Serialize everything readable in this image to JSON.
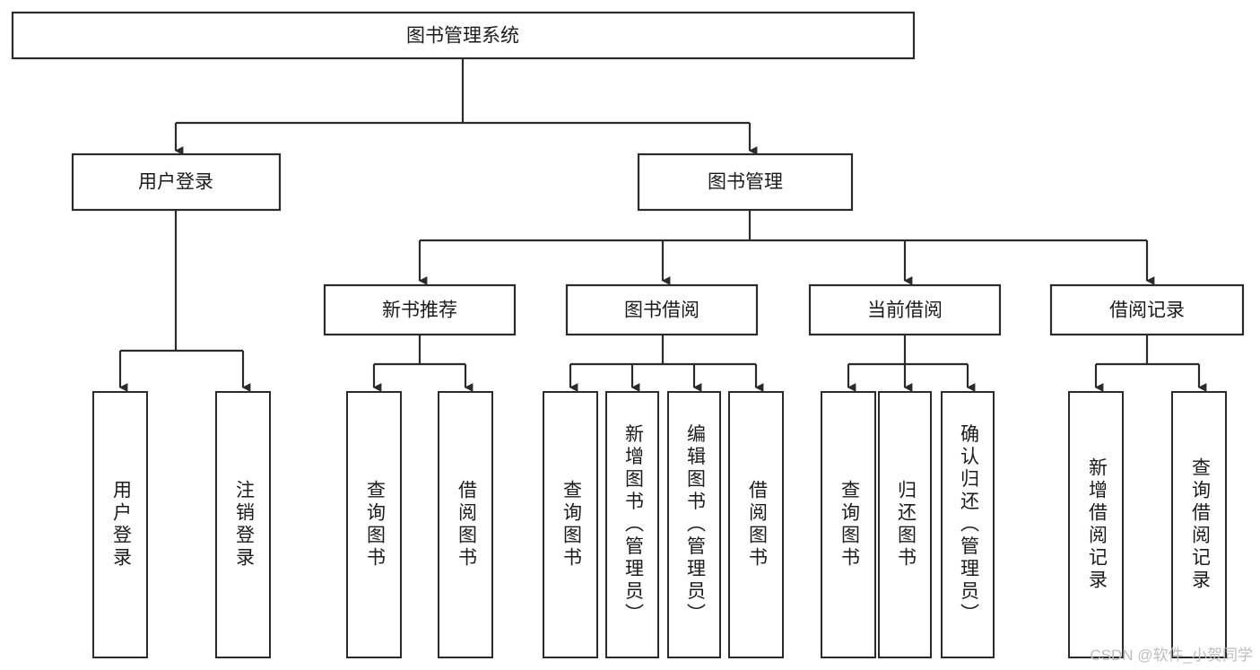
{
  "diagram": {
    "type": "tree-hierarchy",
    "title": "图书管理系统",
    "orientation": "top-down",
    "colors": {
      "stroke": "#2b2b2b",
      "fill": "#ffffff",
      "text": "#1b1b1b",
      "watermark": "#bdbdbd",
      "background": "#ffffff"
    },
    "levels": {
      "level1": [
        {
          "id": "root",
          "label": "图书管理系统"
        }
      ],
      "level2": [
        {
          "id": "user-login",
          "label": "用户登录"
        },
        {
          "id": "book-manage",
          "label": "图书管理"
        }
      ],
      "level3": [
        {
          "id": "new-book-recommend",
          "label": "新书推荐",
          "parent": "book-manage"
        },
        {
          "id": "book-borrow",
          "label": "图书借阅",
          "parent": "book-manage"
        },
        {
          "id": "current-borrow",
          "label": "当前借阅",
          "parent": "book-manage"
        },
        {
          "id": "borrow-record",
          "label": "借阅记录",
          "parent": "book-manage"
        }
      ],
      "level4": [
        {
          "id": "leaf-user-login",
          "label": "用户登录",
          "parent": "user-login"
        },
        {
          "id": "leaf-user-logout",
          "label": "注销登录",
          "parent": "user-login"
        },
        {
          "id": "leaf-query-book-1",
          "label": "查询图书",
          "parent": "new-book-recommend"
        },
        {
          "id": "leaf-borrow-book-1",
          "label": "借阅图书",
          "parent": "new-book-recommend"
        },
        {
          "id": "leaf-query-book-2",
          "label": "查询图书",
          "parent": "book-borrow"
        },
        {
          "id": "leaf-add-book",
          "label": "新增图书（管理员）",
          "parent": "book-borrow"
        },
        {
          "id": "leaf-edit-book",
          "label": "编辑图书（管理员）",
          "parent": "book-borrow"
        },
        {
          "id": "leaf-borrow-book-2",
          "label": "借阅图书",
          "parent": "book-borrow"
        },
        {
          "id": "leaf-query-book-3",
          "label": "查询图书",
          "parent": "current-borrow"
        },
        {
          "id": "leaf-return-book",
          "label": "归还图书",
          "parent": "current-borrow"
        },
        {
          "id": "leaf-confirm-return",
          "label": "确认归还（管理员）",
          "parent": "current-borrow"
        },
        {
          "id": "leaf-add-record",
          "label": "新增借阅记录",
          "parent": "borrow-record"
        },
        {
          "id": "leaf-query-record",
          "label": "查询借阅记录",
          "parent": "borrow-record"
        }
      ]
    }
  },
  "watermark": {
    "text": "CSDN @软件_小贺同学"
  }
}
